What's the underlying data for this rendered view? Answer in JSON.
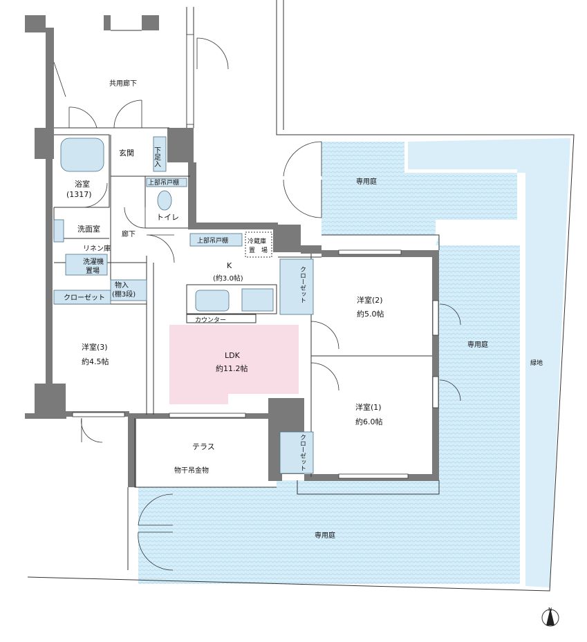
{
  "colors": {
    "wall": "#7a7a7a",
    "garden": "#cde9f5",
    "green_strip": "#d9eef8",
    "ldk_highlight": "#f8dce6",
    "fixture": "#cfe5f2"
  },
  "labels": {
    "common_corridor": "共用廊下",
    "entrance": "玄関",
    "shoe_storage": "下足入",
    "bath": "浴室",
    "bath_size": "(1317)",
    "upper_cabinet_toilet": "上部吊戸棚",
    "toilet": "トイレ",
    "washroom": "洗面室",
    "hallway": "廊下",
    "linen": "リネン庫",
    "washer": "洗濯機",
    "washer_place": "置場",
    "storage": "物入",
    "storage_shelves": "(棚3段)",
    "closet_3": "クローゼット",
    "upper_cabinet_kitchen": "上部吊戸棚",
    "fridge": "冷蔵庫",
    "fridge_place": "置　場",
    "kitchen": "K",
    "kitchen_size": "(約3.0帖)",
    "counter": "カウンター",
    "ldk": "LDK",
    "ldk_size": "約11.2帖",
    "room3": "洋室(3)",
    "room3_size": "約4.5帖",
    "room2": "洋室(2)",
    "room2_size": "約5.0帖",
    "room1": "洋室(1)",
    "room1_size": "約6.0帖",
    "closet_2": "クローゼット",
    "closet_1": "クローゼット",
    "terrace": "テラス",
    "clothes_hanger": "物干吊金物",
    "garden_top": "専用庭",
    "garden_right": "専用庭",
    "garden_bottom": "専用庭",
    "green_area": "緑地",
    "north": "N"
  }
}
